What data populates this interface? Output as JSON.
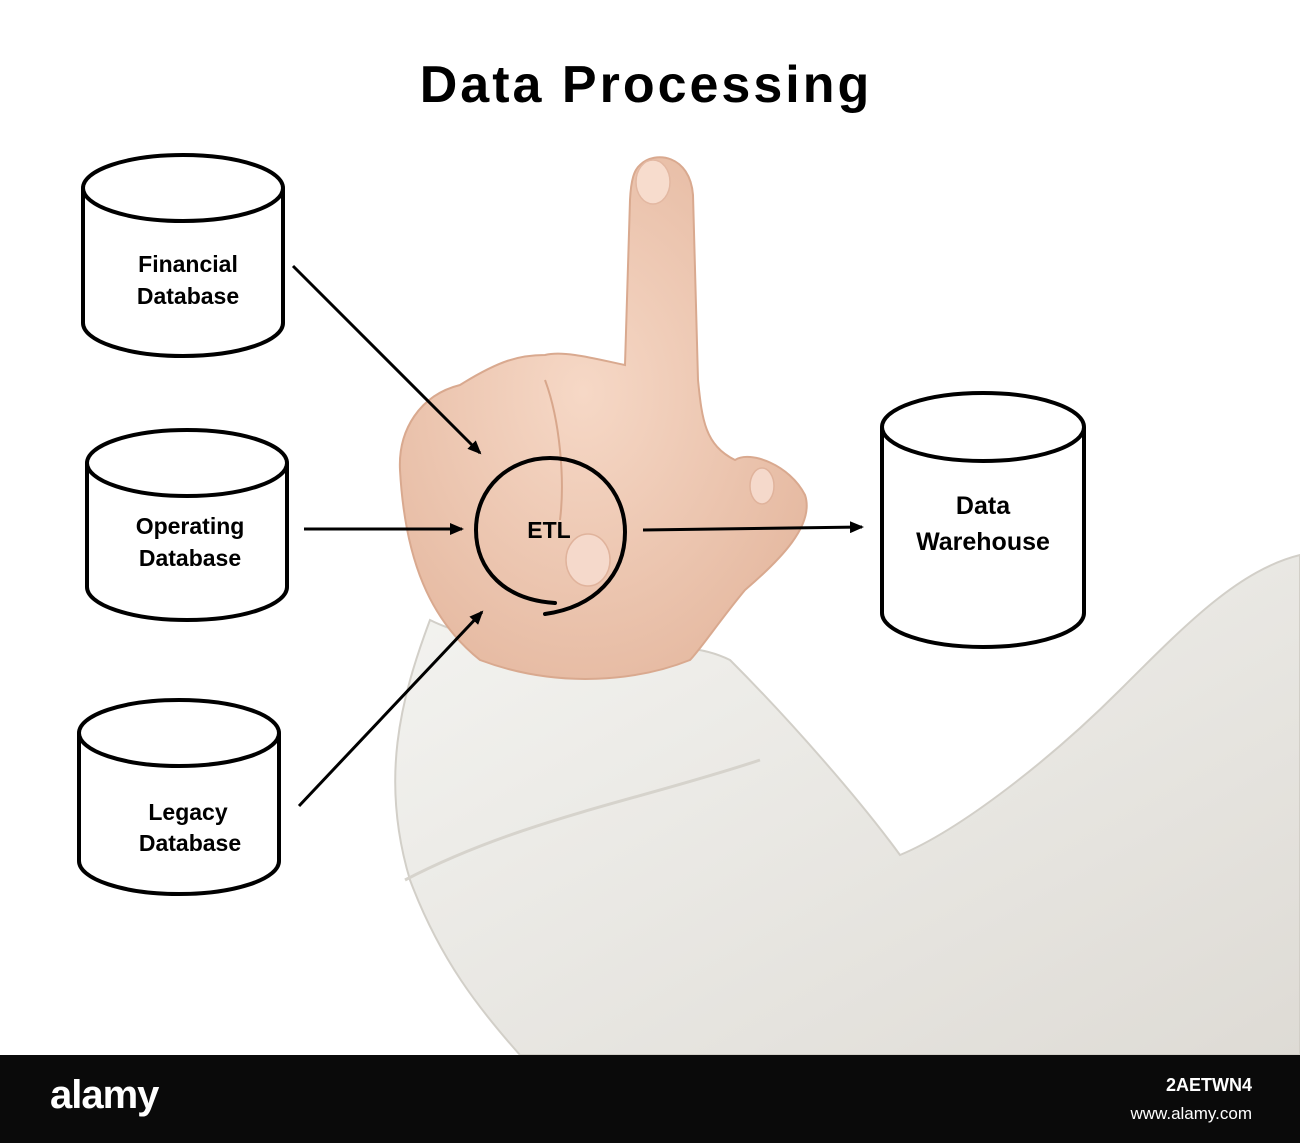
{
  "title": "Data Processing",
  "sources": [
    {
      "line1": "Financial",
      "line2": "Database"
    },
    {
      "line1": "Operating",
      "line2": "Database"
    },
    {
      "line1": "Legacy",
      "line2": "Database"
    }
  ],
  "process": {
    "label": "ETL"
  },
  "target": {
    "line1": "Data",
    "line2": "Warehouse"
  },
  "footer": {
    "brand": "alamy",
    "image_id": "2AETWN4",
    "site": "www.alamy.com"
  },
  "colors": {
    "ink": "#000000",
    "background": "#ffffff",
    "footer_bg": "#0a0a0a",
    "skin": "#f1cdb8",
    "sleeve": "#eeeeea"
  }
}
